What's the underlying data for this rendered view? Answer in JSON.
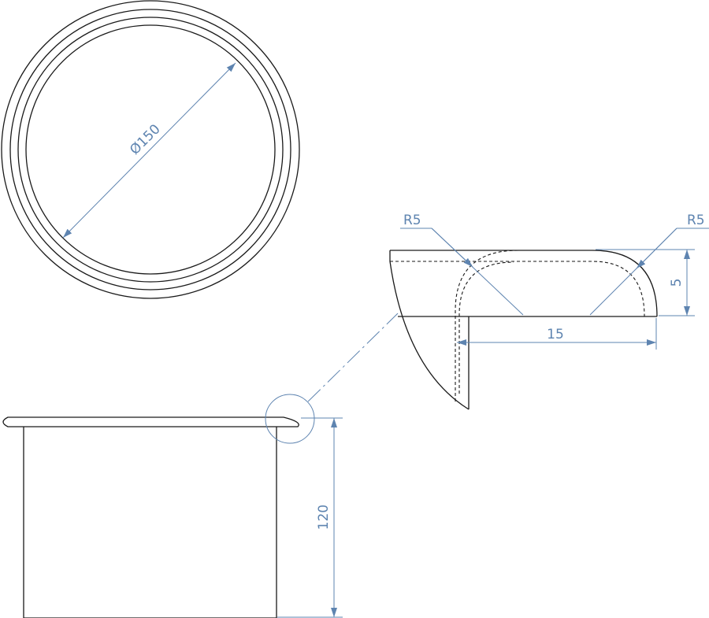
{
  "dimensions": {
    "diameter": "Ø150",
    "height": "120",
    "flange_width": "15",
    "flange_height": "5",
    "radius_left": "R5",
    "radius_right": "R5"
  },
  "colors": {
    "object_line": "#1a1a1a",
    "dimension_line": "#5e84b0",
    "background": "#ffffff"
  }
}
